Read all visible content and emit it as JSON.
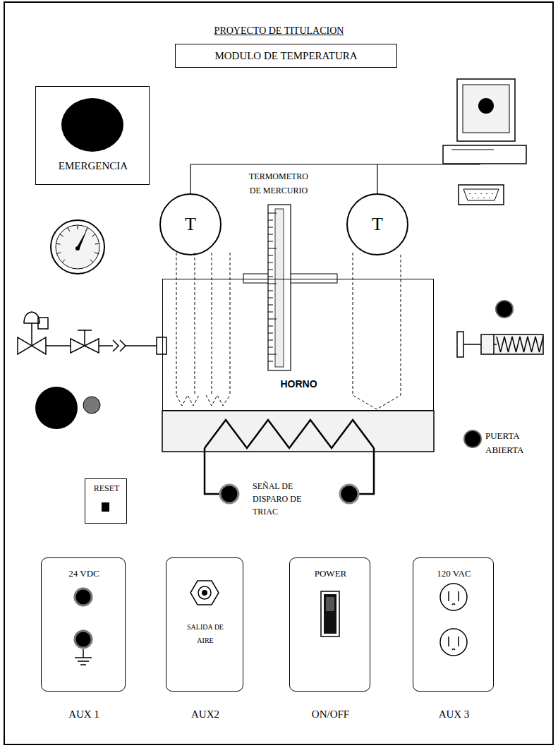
{
  "diagram": {
    "title": "PROYECTO DE TITULACION",
    "nodes": [
      {
        "text": [
          "MODULO DE TEMPERATURA"
        ]
      },
      {
        "text": [
          "EMERGENCIA"
        ]
      },
      {
        "text": [
          "T"
        ]
      },
      {
        "text": [
          "T"
        ]
      },
      {
        "text": [
          "HORNO"
        ]
      },
      {
        "text": [
          "RESET"
        ]
      },
      {
        "text": [
          "24 VDC",
          "AUX 1"
        ]
      },
      {
        "text": [
          "SALIDA DE AIRE",
          "AUX2"
        ]
      },
      {
        "text": [
          "POWER",
          "ON/OFF"
        ]
      },
      {
        "text": [
          "120 VAC",
          "AUX 3"
        ]
      }
    ],
    "labels": [
      "TERMOMETRO DE MERCURIO",
      "PUERTA ABIERTA",
      "SEÑAL DE DISPARO DE TRIAC"
    ]
  }
}
